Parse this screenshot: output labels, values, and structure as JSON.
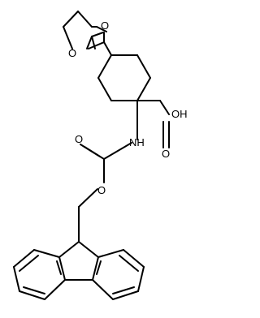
{
  "molecule": {
    "atom_labels": {
      "o_ketal_top": "O",
      "o_ketal_left": "O",
      "oh": "OH",
      "o_carbonyl_acid": "O",
      "nh": "NH",
      "o_carbonyl_carbamate": "O",
      "o_ester": "O"
    }
  }
}
